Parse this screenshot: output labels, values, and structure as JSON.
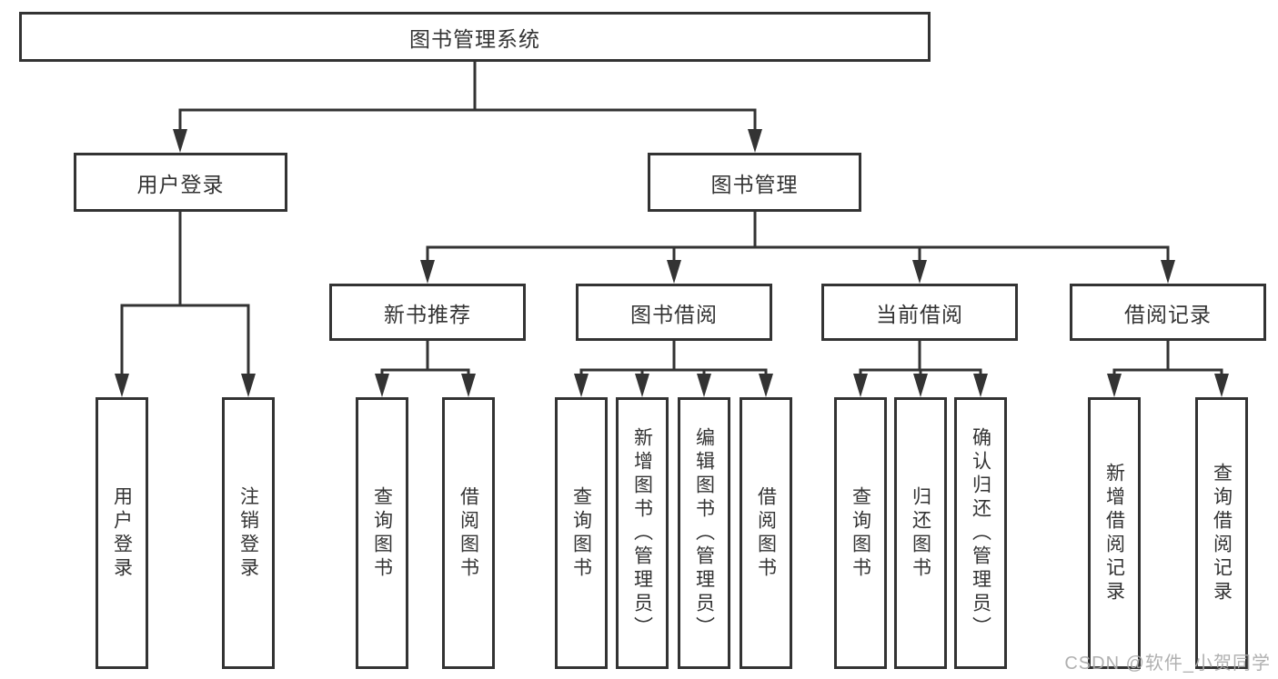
{
  "tree": {
    "label": "图书管理系统",
    "children": [
      {
        "label": "用户登录",
        "children": [
          {
            "label": "用户登录"
          },
          {
            "label": "注销登录"
          }
        ]
      },
      {
        "label": "图书管理",
        "children": [
          {
            "label": "新书推荐",
            "children": [
              {
                "label": "查询图书"
              },
              {
                "label": "借阅图书"
              }
            ]
          },
          {
            "label": "图书借阅",
            "children": [
              {
                "label": "查询图书"
              },
              {
                "label": "新增图书（管理员）"
              },
              {
                "label": "编辑图书（管理员）"
              },
              {
                "label": "借阅图书"
              }
            ]
          },
          {
            "label": "当前借阅",
            "children": [
              {
                "label": "查询图书"
              },
              {
                "label": "归还图书"
              },
              {
                "label": "确认归还（管理员）"
              }
            ]
          },
          {
            "label": "借阅记录",
            "children": [
              {
                "label": "新增借阅记录"
              },
              {
                "label": "查询借阅记录"
              }
            ]
          }
        ]
      }
    ]
  },
  "watermark": {
    "text": "CSDN @软件_小贺同学"
  },
  "colors": {
    "line": "#333333",
    "text": "#333333",
    "box_background": "#ffffff",
    "watermark": "#aaaaaa",
    "background": "#ffffff"
  }
}
